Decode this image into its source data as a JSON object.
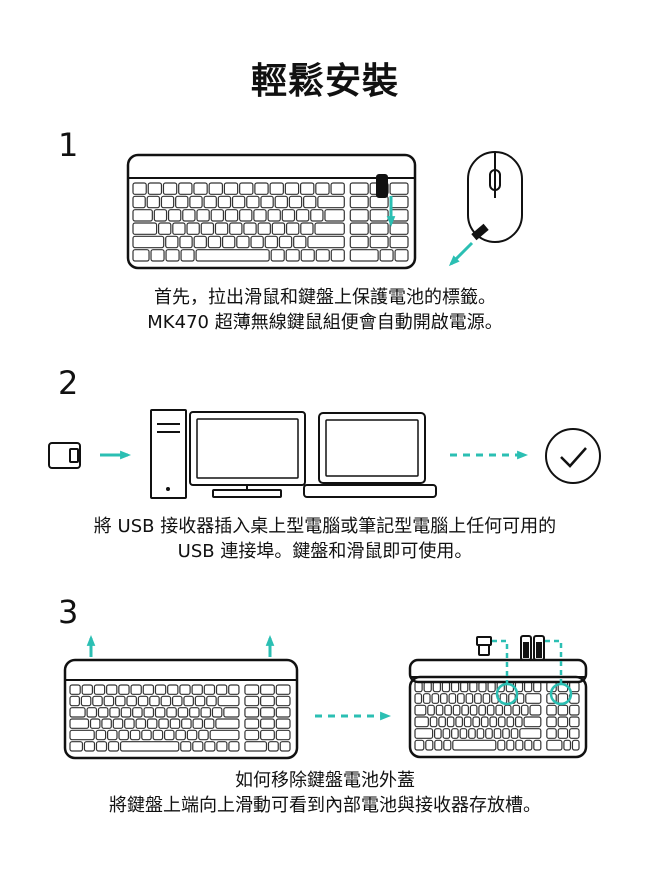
{
  "title": "輕鬆安裝",
  "accent_color": "#2bbfb3",
  "steps": [
    {
      "number": "1",
      "lines": [
        "首先，拉出滑鼠和鍵盤上保護電池的標籤。",
        "MK470 超薄無線鍵鼠組便會自動開啟電源。"
      ]
    },
    {
      "number": "2",
      "lines": [
        "將 USB 接收器插入桌上型電腦或筆記型電腦上任何可用的",
        "USB 連接埠。鍵盤和滑鼠即可使用。"
      ]
    },
    {
      "number": "3",
      "lines": [
        "如何移除鍵盤電池外蓋",
        "將鍵盤上端向上滑動可看到內部電池與接收器存放槽。"
      ]
    }
  ]
}
